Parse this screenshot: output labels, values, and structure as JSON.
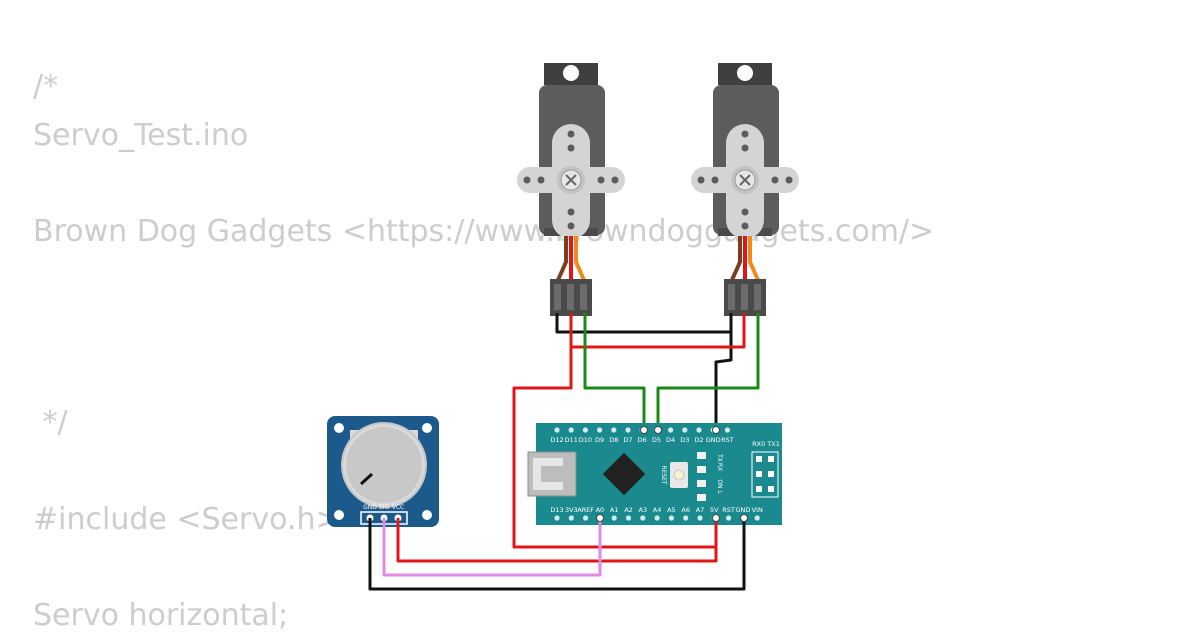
{
  "code": {
    "lines": [
      "/*",
      "Servo_Test.ino",
      "Brown Dog Gadgets <https://www.browndoggadgets.com/>",
      " */",
      "#include <Servo.h>",
      "Servo horizontal;"
    ]
  },
  "potentiometer": {
    "pins": [
      "GND",
      "SIG",
      "VCC"
    ]
  },
  "arduino_nano": {
    "top_pins": [
      "D12",
      "D11",
      "D10",
      "D9",
      "D8",
      "D7",
      "D6",
      "D5",
      "D4",
      "D3",
      "D2",
      "GND",
      "RST"
    ],
    "bottom_pins": [
      "D13",
      "3V3",
      "AREF",
      "A0",
      "A1",
      "A2",
      "A3",
      "A4",
      "A5",
      "A6",
      "A7",
      "5V",
      "RST",
      "GND",
      "VIN"
    ],
    "reset_label": "RESET",
    "rx_tx_label": "RX0 TX1",
    "led_labels": [
      "TX",
      "RX",
      "ON",
      "L"
    ]
  },
  "colors": {
    "wire_red": "#e0161b",
    "wire_black": "#111111",
    "wire_green": "#1a8a14",
    "wire_pink": "#e08ae6",
    "board_teal": "#1a8a8f",
    "pot_blue": "#1d5a8c",
    "servo_gray": "#5c5c5c",
    "code_gray": "#cdcdcd"
  }
}
